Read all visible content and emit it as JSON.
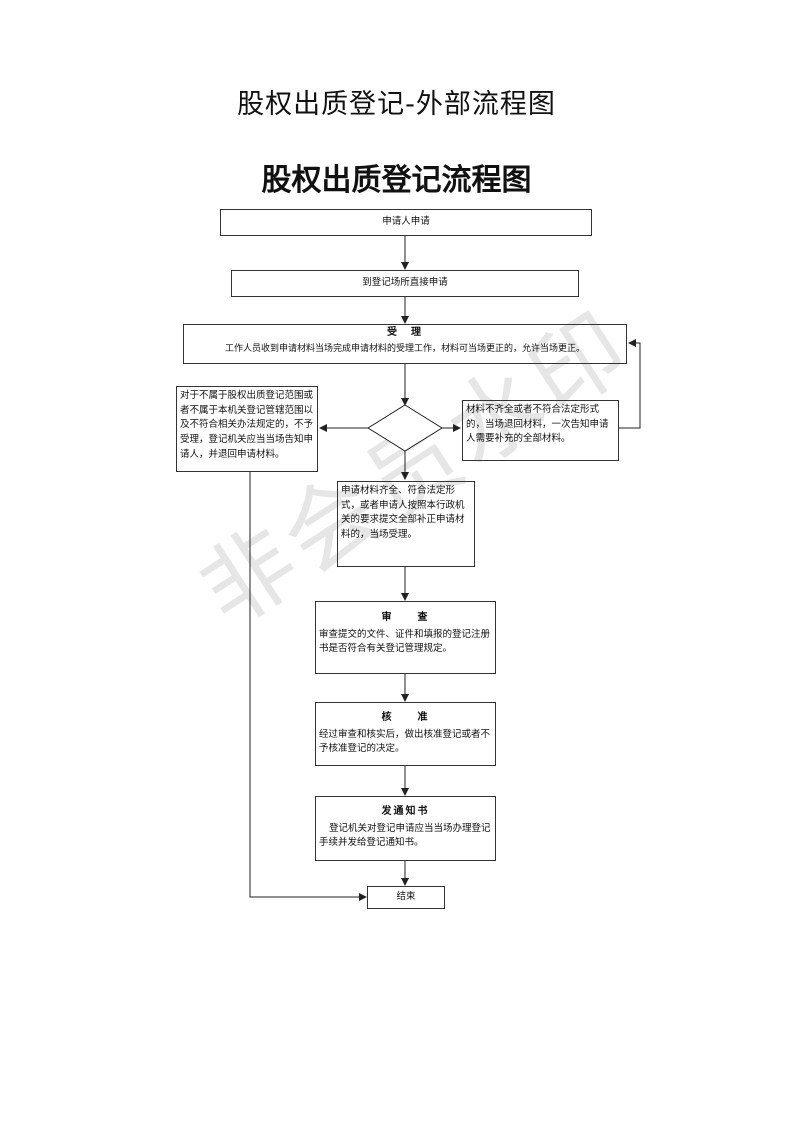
{
  "page_title": "股权出质登记-外部流程图",
  "flow_title": "股权出质登记流程图",
  "watermark": "非会员水印",
  "nodes": {
    "apply": "申请人申请",
    "direct_apply": "到登记场所直接申请",
    "accept": {
      "title": "受　理",
      "text": "工作人员收到申请材料当场完成申请材料的受理工作，材料可当场更正的，允许当场更正。"
    },
    "reject": "对于不属于股权出质登记范围或者不属于本机关登记管辖范围以及不符合相关办法规定的，不予受理，登记机关应当当场告知申请人，并退回申请材料。",
    "incomplete": "材料不齐全或者不符合法定形式的，当场退回材料，一次告知申请人需要补充的全部材料。",
    "complete": "申请材料齐全、符合法定形式，或者申请人按照本行政机关的要求提交全部补正申请材料的，当场受理。",
    "review": {
      "title": "审　　查",
      "text": "审查提交的文件、证件和填报的登记注册书是否符合有关登记管理规定。"
    },
    "approve": {
      "title": "核　　准",
      "text": "经过审查和核实后，做出核准登记或者不予核准登记的决定。"
    },
    "notice": {
      "title": "发通知书",
      "text": "登记机关对登记申请应当当场办理登记手续并发给登记通知书。"
    },
    "end": "结束"
  }
}
